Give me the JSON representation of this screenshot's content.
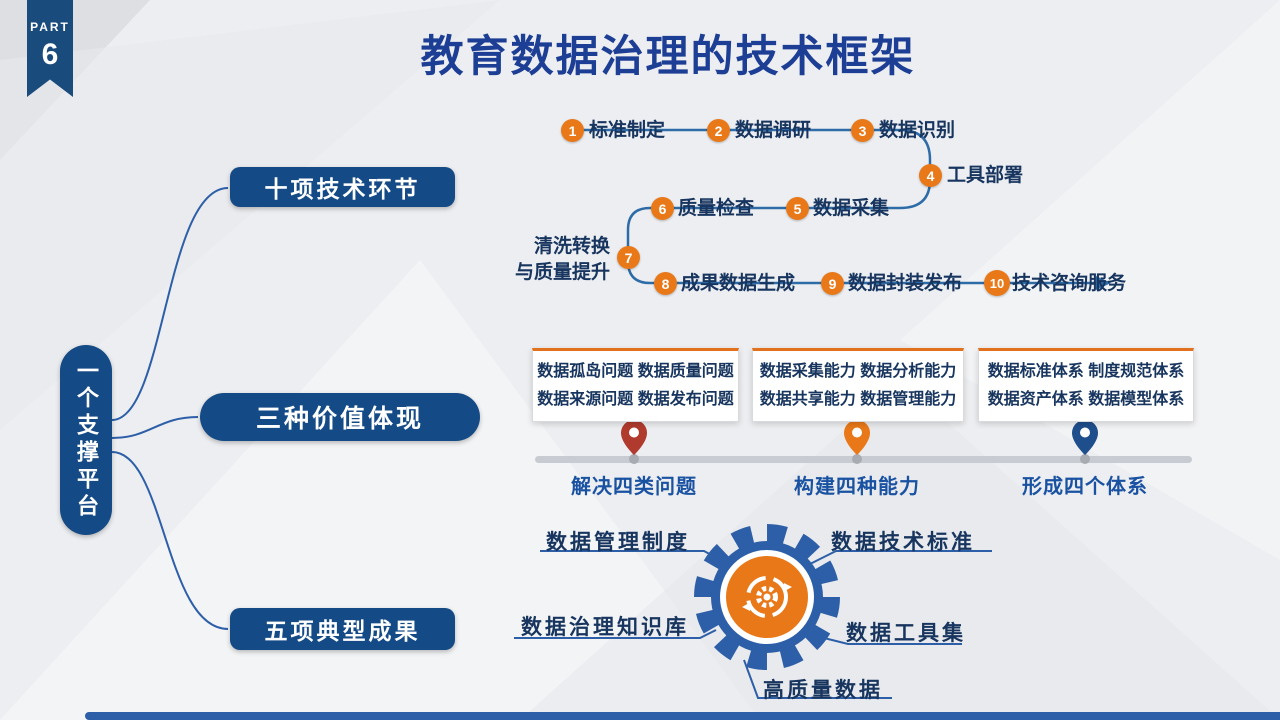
{
  "badge": {
    "part": "PART",
    "number": "6"
  },
  "title": "教育数据治理的技术框架",
  "mindmap": {
    "root": "一个支撑平台",
    "branches": [
      {
        "label": "十项技术环节"
      },
      {
        "label": "三种价值体现"
      },
      {
        "label": "五项典型成果"
      }
    ]
  },
  "process": {
    "steps": [
      {
        "num": "1",
        "label": "标准制定"
      },
      {
        "num": "2",
        "label": "数据调研"
      },
      {
        "num": "3",
        "label": "数据识别"
      },
      {
        "num": "4",
        "label": "工具部署"
      },
      {
        "num": "5",
        "label": "数据采集"
      },
      {
        "num": "6",
        "label": "质量检查"
      },
      {
        "num": "7",
        "label_line1": "清洗转换",
        "label_line2": "与质量提升"
      },
      {
        "num": "8",
        "label": "成果数据生成"
      },
      {
        "num": "9",
        "label": "数据封装发布"
      },
      {
        "num": "10",
        "label": "技术咨询服务"
      }
    ]
  },
  "values": {
    "cards": [
      {
        "line1": "数据孤岛问题 数据质量问题",
        "line2": "数据来源问题 数据发布问题",
        "caption": "解决四类问题"
      },
      {
        "line1": "数据采集能力 数据分析能力",
        "line2": "数据共享能力 数据管理能力",
        "caption": "构建四种能力"
      },
      {
        "line1": "数据标准体系 制度规范体系",
        "line2": "数据资产体系 数据模型体系",
        "caption": "形成四个体系"
      }
    ]
  },
  "outcomes": {
    "top_left": "数据管理制度",
    "top_right": "数据技术标准",
    "mid_left": "数据治理知识库",
    "mid_right": "数据工具集",
    "bottom": "高质量数据"
  },
  "colors": {
    "accent_orange": "#e87818",
    "deep_blue": "#144a85",
    "line_blue": "#2d5fa8",
    "title_blue": "#1c3e94",
    "pin_red": "#b03a2e",
    "pin_orange": "#e87818",
    "pin_blue": "#1f4e8c",
    "bar_gray": "#c8cbd1"
  }
}
